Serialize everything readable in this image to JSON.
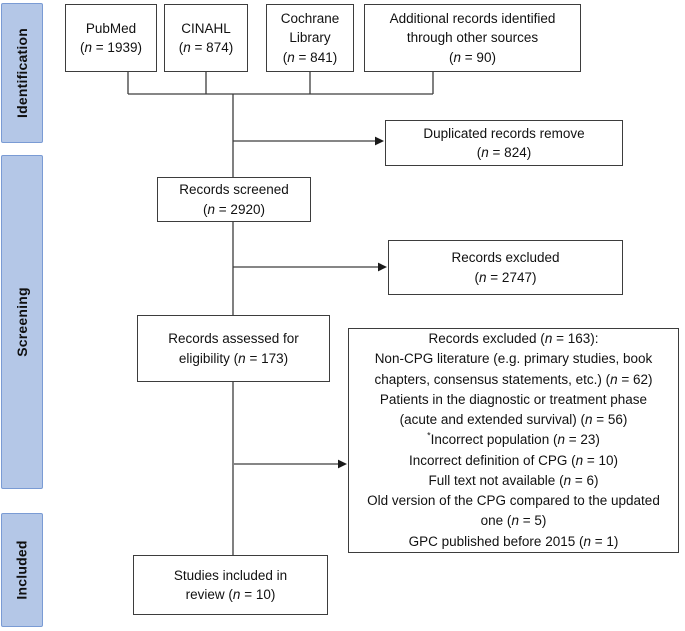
{
  "figure": {
    "kind": "PRISMA flow diagram"
  },
  "colors": {
    "stage_fill": "#b4c7e7",
    "stage_border": "#7a9bd4",
    "box_border": "#3d3d3d",
    "connector": "#3d3d3d",
    "text": "#111111"
  },
  "stages": [
    {
      "label": "Identification"
    },
    {
      "label": "Screening"
    },
    {
      "label": "Included"
    }
  ],
  "boxes": {
    "pubmed": {
      "lines": [
        "PubMed",
        "(n = 1939)"
      ]
    },
    "cinahl": {
      "lines": [
        "CINAHL",
        "(n = 874)"
      ]
    },
    "cochrane": {
      "lines": [
        "Cochrane",
        "Library",
        "(n = 841)"
      ]
    },
    "additional": {
      "lines": [
        "Additional records identified",
        "through other sources",
        "(n = 90)"
      ]
    },
    "duplicates": {
      "lines": [
        "Duplicated records remove",
        "(n = 824)"
      ]
    },
    "screened": {
      "lines": [
        "Records screened",
        "(n = 2920)"
      ]
    },
    "excluded": {
      "lines": [
        "Records excluded",
        "(n = 2747)"
      ]
    },
    "assessed": {
      "lines": [
        "Records assessed for",
        "eligibility (n = 173)"
      ]
    },
    "reasons": {
      "lines": [
        "Records excluded (n = 163):",
        "Non-CPG literature (e.g. primary studies, book",
        "chapters, consensus statements, etc.) (n = 62)",
        "Patients in the diagnostic or treatment phase",
        "(acute and extended survival) (n = 56)",
        "*Incorrect population (n = 23)",
        "Incorrect definition of CPG (n = 10)",
        "Full text not available (n = 6)",
        "Old version of the CPG compared to the updated",
        "one (n = 5)",
        "GPC published before 2015 (n = 1)"
      ]
    },
    "included": {
      "lines": [
        "Studies included in",
        "review (n = 10)"
      ]
    }
  }
}
